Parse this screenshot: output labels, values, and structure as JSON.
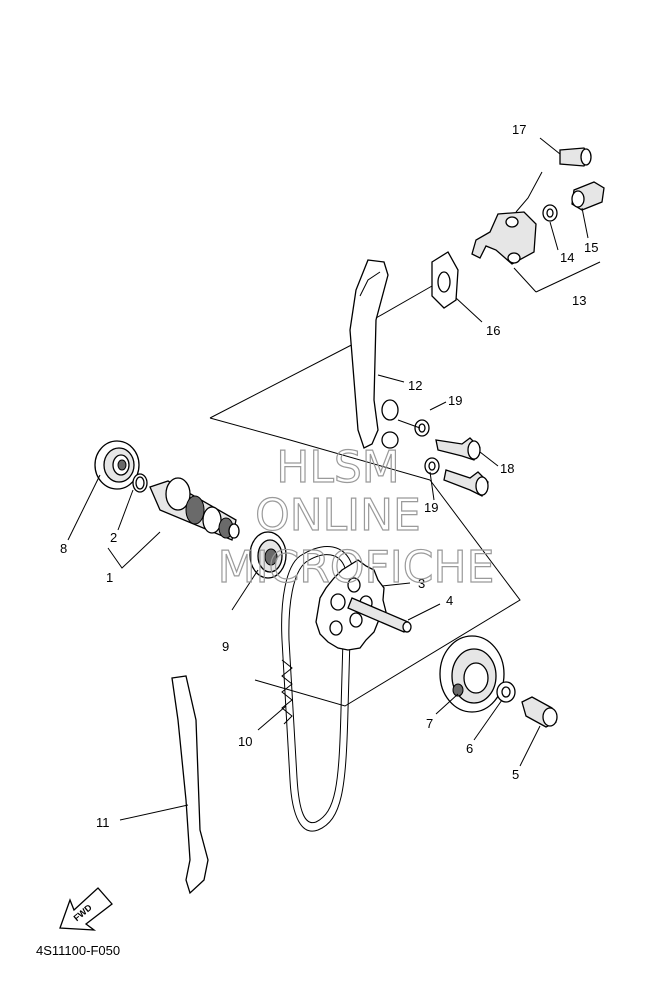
{
  "diagram": {
    "code": "4S11100-F050",
    "fwd_text": "FWD",
    "callouts": [
      {
        "id": "c1",
        "text": "1"
      },
      {
        "id": "c2",
        "text": "2"
      },
      {
        "id": "c3",
        "text": "3"
      },
      {
        "id": "c4",
        "text": "4"
      },
      {
        "id": "c5",
        "text": "5"
      },
      {
        "id": "c6",
        "text": "6"
      },
      {
        "id": "c7",
        "text": "7"
      },
      {
        "id": "c8",
        "text": "8"
      },
      {
        "id": "c9",
        "text": "9"
      },
      {
        "id": "c10",
        "text": "10"
      },
      {
        "id": "c11",
        "text": "11"
      },
      {
        "id": "c12",
        "text": "12"
      },
      {
        "id": "c13",
        "text": "13"
      },
      {
        "id": "c14",
        "text": "14"
      },
      {
        "id": "c15",
        "text": "15"
      },
      {
        "id": "c16",
        "text": "16"
      },
      {
        "id": "c17",
        "text": "17"
      },
      {
        "id": "c18",
        "text": "18"
      },
      {
        "id": "c19a",
        "text": "19"
      },
      {
        "id": "c19b",
        "text": "19"
      }
    ]
  },
  "watermark": {
    "line1": "HLSM",
    "line2": "ONLINE",
    "line3": "MICROFICHE"
  }
}
